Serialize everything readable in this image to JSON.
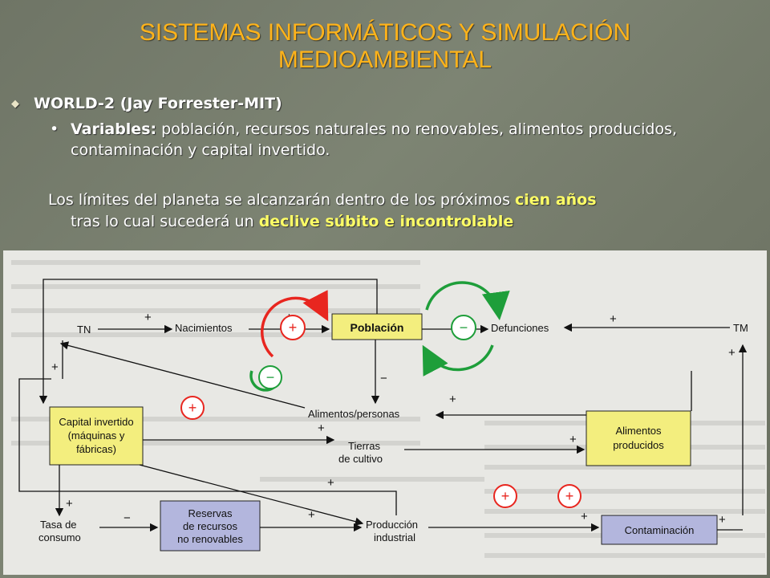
{
  "slide": {
    "title_line1": "SISTEMAS INFORMÁTICOS Y SIMULACIÓN",
    "title_line2": "MEDIOAMBIENTAL",
    "bullet_main": "WORLD-2 (Jay Forrester-MIT)",
    "variables_label": "Variables:",
    "variables_text": " población, recursos naturales no renovables, alimentos producidos, contaminación y capital invertido.",
    "para_part1": "Los límites del planeta se alcanzarán dentro de los próximos ",
    "para_hl1": "cien años",
    "para_part2": "tras lo cual sucederá un ",
    "para_hl2": "declive súbito e incontrolable"
  },
  "diagram": {
    "nodes": {
      "poblacion": "Población",
      "nacimientos": "Nacimientos",
      "defunciones": "Defunciones",
      "tn": "TN",
      "tm": "TM",
      "alimentos_personas": "Alimentos/personas",
      "capital_l1": "Capital invertido",
      "capital_l2": "(máquinas y",
      "capital_l3": "fábricas)",
      "tierras_l1": "Tierras",
      "tierras_l2": "de cultivo",
      "alimentos_l1": "Alimentos",
      "alimentos_l2": "producidos",
      "reservas_l1": "Reservas",
      "reservas_l2": "de recursos",
      "reservas_l3": "no renovables",
      "tasa_l1": "Tasa de",
      "tasa_l2": "consumo",
      "produccion_l1": "Producción",
      "produccion_l2": "industrial",
      "contaminacion": "Contaminación"
    },
    "signs": {
      "plus": "+",
      "minus": "−"
    },
    "colors": {
      "yellow_box": "#f3ee7e",
      "blue_box": "#b3b6dd",
      "loop_positive": "#e8261f",
      "loop_negative": "#1e9e3a"
    }
  }
}
